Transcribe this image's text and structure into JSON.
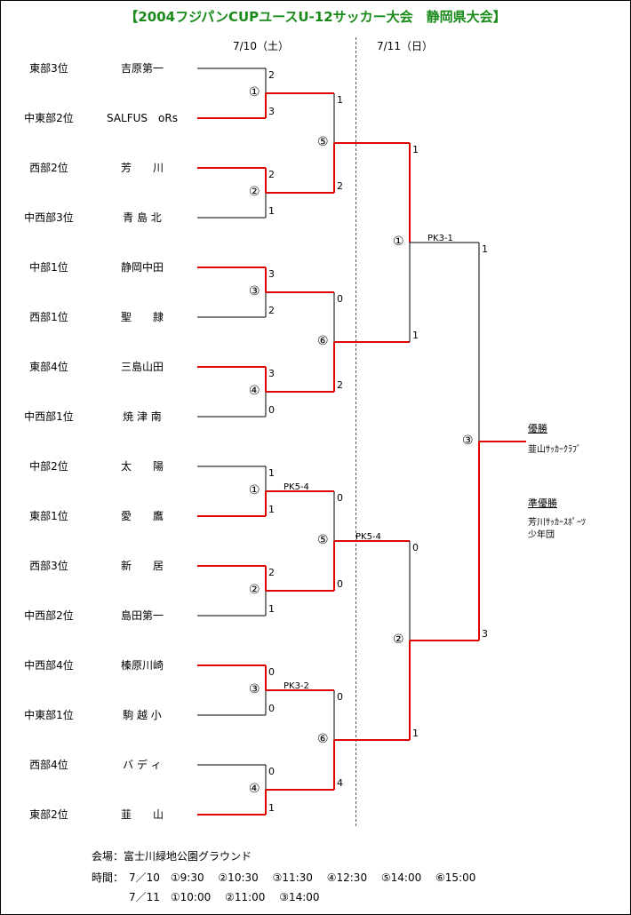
{
  "title": "【2004フジパンCUPユースU-12サッカー大会　静岡県大会】",
  "dates": {
    "day1": "7/10（土）",
    "day2": "7/11（日）"
  },
  "teams": [
    {
      "rank": "東部3位",
      "name": "吉原第一"
    },
    {
      "rank": "中東部2位",
      "name": "SALFUS　oRs"
    },
    {
      "rank": "西部2位",
      "name": "芳　　川"
    },
    {
      "rank": "中西部3位",
      "name": "青 島 北"
    },
    {
      "rank": "中部1位",
      "name": "静岡中田"
    },
    {
      "rank": "西部1位",
      "name": "聖　　隷"
    },
    {
      "rank": "東部4位",
      "name": "三島山田"
    },
    {
      "rank": "中西部1位",
      "name": "焼 津 南"
    },
    {
      "rank": "中部2位",
      "name": "太　　陽"
    },
    {
      "rank": "東部1位",
      "name": "愛　　鷹"
    },
    {
      "rank": "西部3位",
      "name": "新　　居"
    },
    {
      "rank": "中西部2位",
      "name": "島田第一"
    },
    {
      "rank": "中西部4位",
      "name": "榛原川崎"
    },
    {
      "rank": "中東部1位",
      "name": "駒 越 小"
    },
    {
      "rank": "西部4位",
      "name": "バ デ ィ"
    },
    {
      "rank": "東部2位",
      "name": "韮　　山"
    }
  ],
  "round1": [
    {
      "label": "①",
      "top_score": "2",
      "bottom_score": "3",
      "pk": "",
      "winner": "bottom"
    },
    {
      "label": "②",
      "top_score": "2",
      "bottom_score": "1",
      "pk": "",
      "winner": "top"
    },
    {
      "label": "③",
      "top_score": "3",
      "bottom_score": "2",
      "pk": "",
      "winner": "top"
    },
    {
      "label": "④",
      "top_score": "3",
      "bottom_score": "0",
      "pk": "",
      "winner": "top"
    },
    {
      "label": "①",
      "top_score": "1",
      "bottom_score": "1",
      "pk": "PK5-4",
      "winner": "bottom"
    },
    {
      "label": "②",
      "top_score": "2",
      "bottom_score": "1",
      "pk": "",
      "winner": "top"
    },
    {
      "label": "③",
      "top_score": "0",
      "bottom_score": "0",
      "pk": "PK3-2",
      "winner": "top"
    },
    {
      "label": "④",
      "top_score": "0",
      "bottom_score": "1",
      "pk": "",
      "winner": "bottom"
    }
  ],
  "round2": [
    {
      "label": "⑤",
      "top_score": "1",
      "bottom_score": "2",
      "pk": "",
      "winner": "bottom"
    },
    {
      "label": "⑥",
      "top_score": "0",
      "bottom_score": "2",
      "pk": "",
      "winner": "bottom"
    },
    {
      "label": "⑤",
      "top_score": "0",
      "bottom_score": "0",
      "pk": "PK5-4",
      "winner": "bottom"
    },
    {
      "label": "⑥",
      "top_score": "0",
      "bottom_score": "4",
      "pk": "",
      "winner": "bottom"
    }
  ],
  "round3": [
    {
      "label": "①",
      "top_score": "1",
      "bottom_score": "1",
      "pk": "PK3-1",
      "winner": "top"
    },
    {
      "label": "②",
      "top_score": "0",
      "bottom_score": "1",
      "pk": "",
      "winner": "bottom"
    }
  ],
  "final": {
    "label": "③",
    "top_score": "1",
    "bottom_score": "3",
    "winner": "bottom"
  },
  "results": {
    "champion_heading": "優勝",
    "champion": "韮山ｻｯｶｰｸﾗﾌﾞ",
    "runnerup_heading": "準優勝",
    "runnerup_line1": "芳川ｻｯｶｰｽﾎﾟｰﾂ",
    "runnerup_line2": "少年団"
  },
  "footer": {
    "venue": "会場：富士川緑地公園グラウンド",
    "time_label": "時間：",
    "schedule_day1": "7／10　①9:30　 ②10:30　 ③11:30　 ④12:30　 ⑤14:00　 ⑥15:00",
    "schedule_day2": "7／11　①10:00　 ②11:00　 ③14:00"
  },
  "colors": {
    "title": "#1a8a1a",
    "winner_line": "#e00000",
    "loser_line": "#000000"
  }
}
